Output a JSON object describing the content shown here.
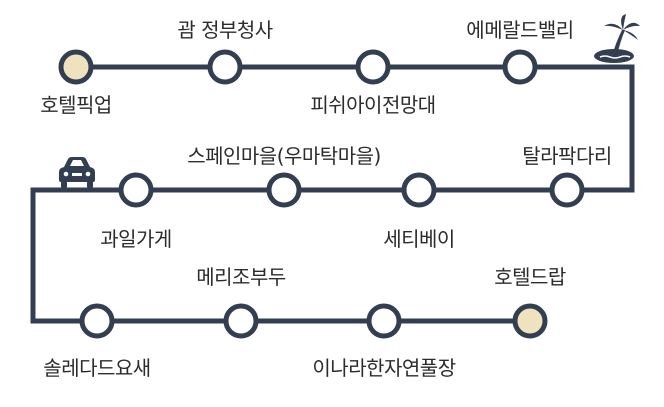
{
  "colors": {
    "line": "#333f50",
    "stop_fill": "#ffffff",
    "endpoint_fill": "#efe3bf",
    "text": "#2c2c2c",
    "icon_fill": "#333f50"
  },
  "stops": [
    {
      "name": "호텔픽업",
      "kind": "endpoint"
    },
    {
      "name": "괌 정부청사",
      "kind": "stop"
    },
    {
      "name": "피쉬아이전망대",
      "kind": "stop"
    },
    {
      "name": "에메랄드밸리",
      "kind": "stop"
    },
    {
      "name": "탈라팍다리",
      "kind": "stop"
    },
    {
      "name": "세티베이",
      "kind": "stop"
    },
    {
      "name": "스페인마을(우마탁마을)",
      "kind": "stop"
    },
    {
      "name": "과일가게",
      "kind": "stop"
    },
    {
      "name": "솔레다드요새",
      "kind": "stop"
    },
    {
      "name": "메리조부두",
      "kind": "stop"
    },
    {
      "name": "이나라한자연풀장",
      "kind": "stop"
    },
    {
      "name": "호텔드랍",
      "kind": "endpoint"
    }
  ],
  "icons": {
    "beach": "island-palm-icon",
    "car": "car-icon"
  }
}
